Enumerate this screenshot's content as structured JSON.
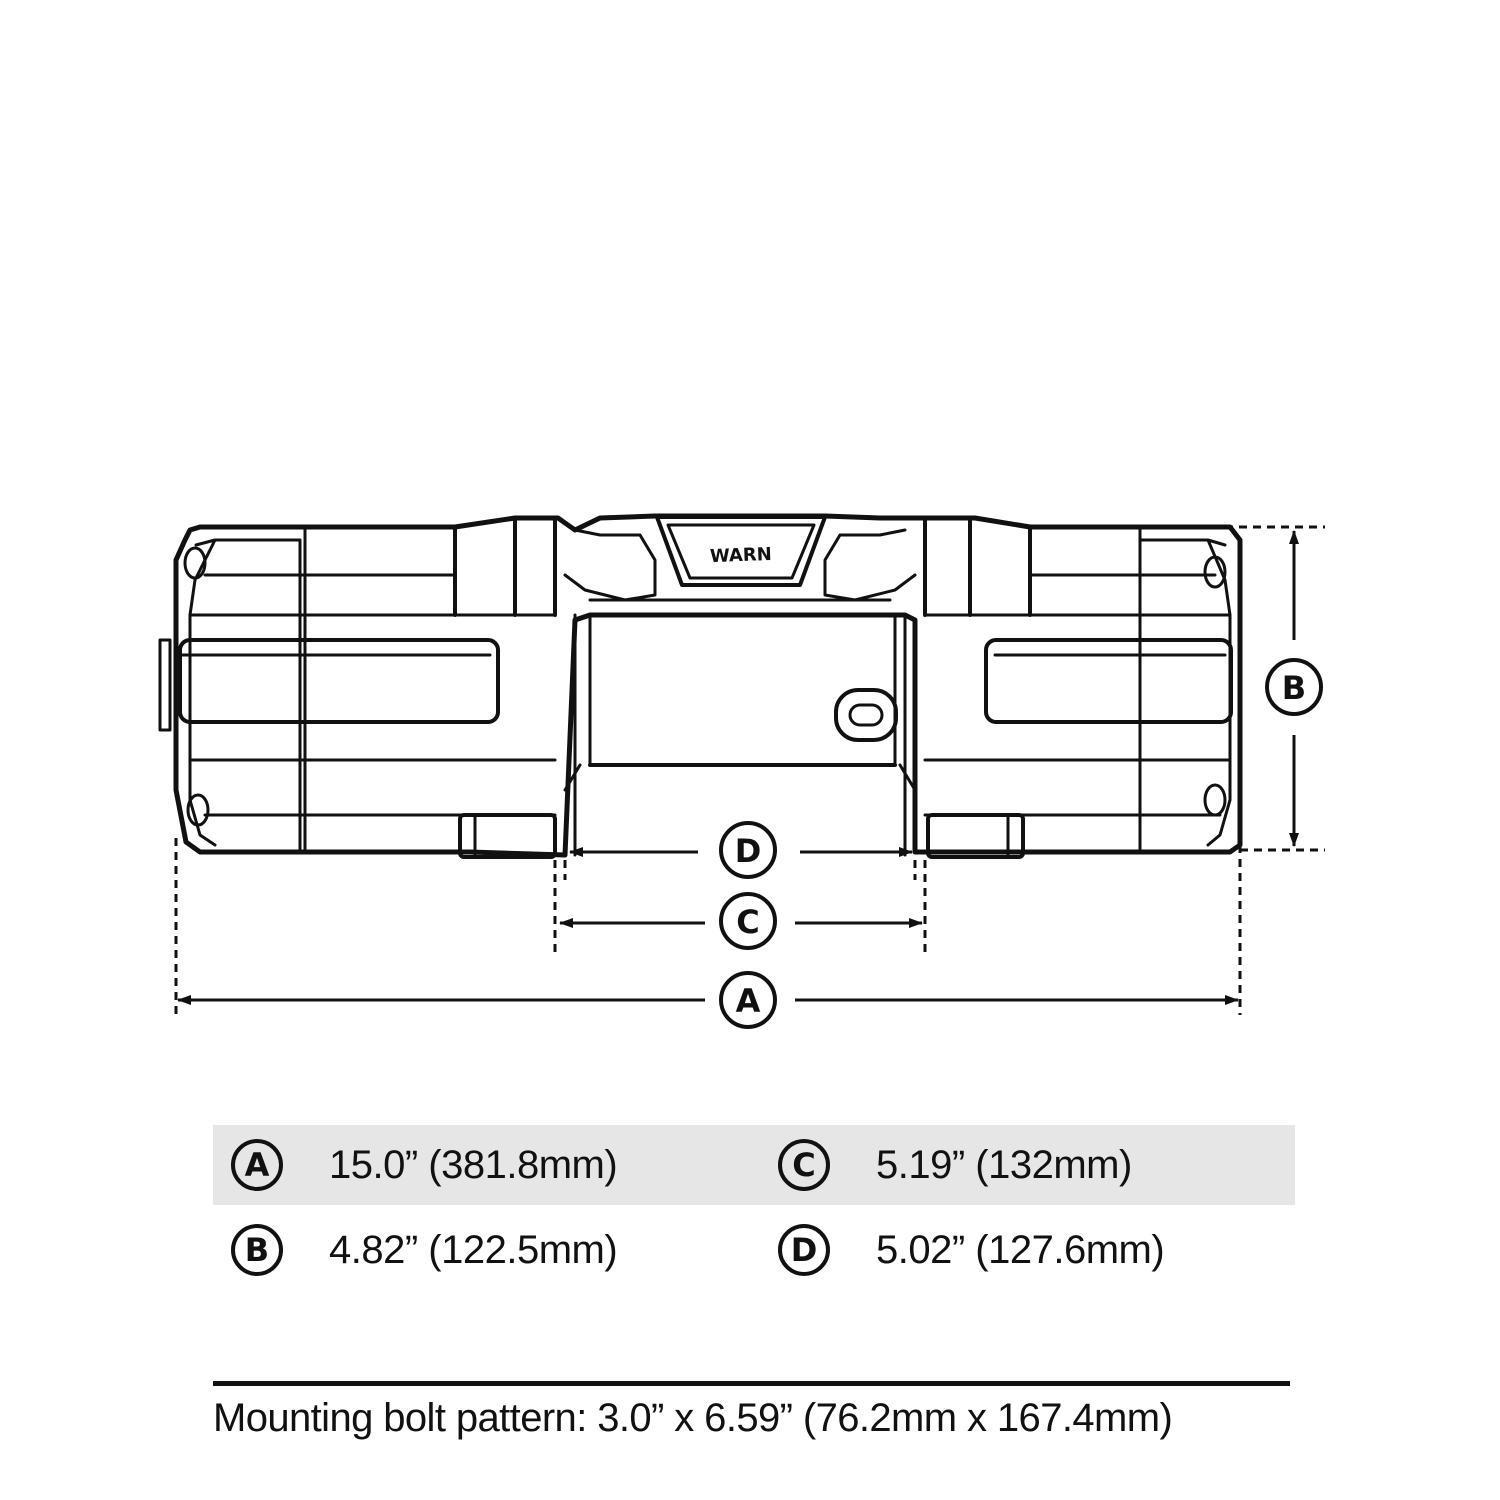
{
  "diagram": {
    "logo_text": "WARN",
    "dimension_labels": [
      "A",
      "B",
      "C",
      "D"
    ]
  },
  "legend": [
    {
      "letter": "A",
      "value": "15.0” (381.8mm)"
    },
    {
      "letter": "C",
      "value": "5.19” (132mm)"
    },
    {
      "letter": "B",
      "value": "4.82” (122.5mm)"
    },
    {
      "letter": "D",
      "value": "5.02” (127.6mm)"
    }
  ],
  "footnote": "Mounting bolt pattern: 3.0” x 6.59” (76.2mm x 167.4mm)",
  "colors": {
    "ink": "#111111",
    "row_shade": "#e6e6e6",
    "background": "#ffffff"
  }
}
